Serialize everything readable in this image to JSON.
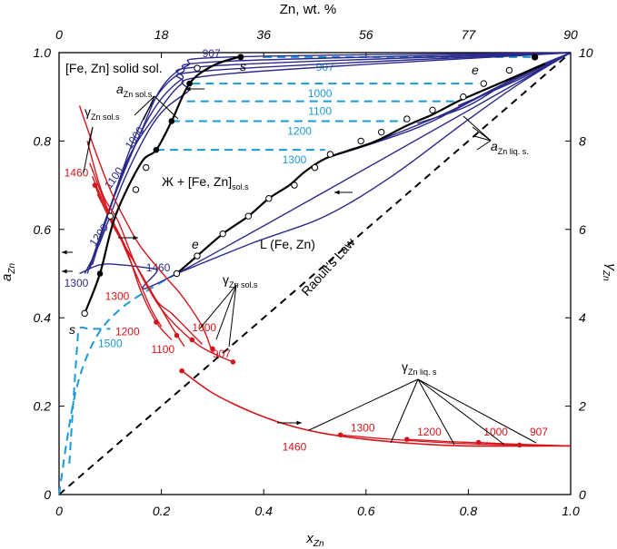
{
  "chart_data": {
    "type": "line",
    "axes": {
      "bottom": {
        "label": "x",
        "label_sub": "Zn",
        "ticks": [
          "0",
          "0.2",
          "0.4",
          "0.6",
          "0.8",
          "1.0"
        ],
        "range": [
          0,
          1
        ]
      },
      "left": {
        "label": "a",
        "label_sub": "Zn",
        "ticks": [
          "0",
          "0.2",
          "0.4",
          "0.6",
          "0.8",
          "1.0"
        ],
        "range": [
          0,
          1
        ]
      },
      "top": {
        "label": "Zn, wt. %",
        "ticks": [
          {
            "v": 0,
            "t": "0"
          },
          {
            "v": 0.2,
            "t": "18"
          },
          {
            "v": 0.4,
            "t": "36"
          },
          {
            "v": 0.6,
            "t": "56"
          },
          {
            "v": 0.8,
            "t": "77"
          },
          {
            "v": 1.0,
            "t": "90"
          }
        ]
      },
      "right": {
        "label": "γ",
        "label_sub": "Zn",
        "ticks": [
          "0",
          "2",
          "4",
          "6",
          "8",
          "10"
        ],
        "range": [
          0,
          10
        ]
      }
    },
    "colors": {
      "black": "#000000",
      "navy": "#2b2a8a",
      "red": "#d4161c",
      "blue": "#1b9ad6"
    },
    "text": {
      "solid_sol": "[Fe, Zn] solid sol.",
      "two_phase_main": "Ж + [Fe, Zn]",
      "two_phase_sub": "sol.s",
      "liquid": "L (Fe, Zn)",
      "raoult": "Raoult's Law",
      "s_letter": "s",
      "e_letter": "e",
      "a_sol_main": "a",
      "a_sol_sub": "Zn sol.s.",
      "a_liq_main": "a",
      "a_liq_sub": "Zn liq. s.",
      "gamma_sol_main": "γ",
      "gamma_sol_sub": "Zn sol.s",
      "gamma_liq_main": "γ",
      "gamma_liq_sub": "Zn liq. s"
    },
    "raoult_line": [
      [
        0,
        0
      ],
      [
        1,
        1
      ]
    ],
    "solidus_black": [
      [
        0.05,
        0.41
      ],
      [
        0.08,
        0.5
      ],
      [
        0.11,
        0.63
      ],
      [
        0.16,
        0.75
      ],
      [
        0.19,
        0.78
      ],
      [
        0.22,
        0.845
      ],
      [
        0.255,
        0.93
      ],
      [
        0.3,
        0.97
      ],
      [
        0.35,
        0.99
      ]
    ],
    "solidus_black_points": [
      [
        0.08,
        0.5
      ],
      [
        0.19,
        0.78
      ],
      [
        0.22,
        0.845
      ],
      [
        0.255,
        0.93
      ]
    ],
    "solidus_open_points": [
      [
        0.05,
        0.41
      ],
      [
        0.1,
        0.63
      ],
      [
        0.15,
        0.69
      ],
      [
        0.17,
        0.74
      ],
      [
        0.27,
        0.965
      ]
    ],
    "s_top_point": [
      0.355,
      0.99
    ],
    "liquidus_black": [
      [
        0.23,
        0.5
      ],
      [
        0.27,
        0.54
      ],
      [
        0.32,
        0.59
      ],
      [
        0.37,
        0.63
      ],
      [
        0.41,
        0.67
      ],
      [
        0.45,
        0.7
      ],
      [
        0.48,
        0.73
      ],
      [
        0.52,
        0.76
      ],
      [
        0.57,
        0.78
      ],
      [
        0.62,
        0.8
      ],
      [
        0.68,
        0.835
      ],
      [
        0.73,
        0.86
      ],
      [
        0.78,
        0.89
      ],
      [
        0.82,
        0.91
      ],
      [
        0.88,
        0.94
      ],
      [
        0.92,
        0.96
      ],
      [
        0.95,
        0.975
      ]
    ],
    "liquidus_open_points": [
      [
        0.23,
        0.5
      ],
      [
        0.27,
        0.54
      ],
      [
        0.32,
        0.59
      ],
      [
        0.37,
        0.63
      ],
      [
        0.41,
        0.67
      ],
      [
        0.46,
        0.7
      ],
      [
        0.5,
        0.74
      ],
      [
        0.53,
        0.77
      ],
      [
        0.59,
        0.8
      ],
      [
        0.63,
        0.82
      ],
      [
        0.68,
        0.85
      ],
      [
        0.73,
        0.87
      ],
      [
        0.79,
        0.9
      ],
      [
        0.83,
        0.93
      ],
      [
        0.88,
        0.96
      ],
      [
        0.93,
        0.99
      ]
    ],
    "e_top_point": [
      0.93,
      0.99
    ],
    "tie_lines": [
      {
        "label": "907",
        "y": 0.99,
        "x1": 0.4,
        "x2": 0.93,
        "lx": 0.52
      },
      {
        "label": "1000",
        "y": 0.93,
        "x1": 0.26,
        "x2": 0.82,
        "lx": 0.51
      },
      {
        "label": "1100",
        "y": 0.89,
        "x1": 0.25,
        "x2": 0.78,
        "lx": 0.51
      },
      {
        "label": "1200",
        "y": 0.845,
        "x1": 0.22,
        "x2": 0.68,
        "lx": 0.47
      },
      {
        "label": "1300",
        "y": 0.78,
        "x1": 0.19,
        "x2": 0.52,
        "lx": 0.46
      }
    ],
    "blue_dashed_curves": [
      [
        [
          0.0,
          0.0
        ],
        [
          0.015,
          0.12
        ],
        [
          0.03,
          0.22
        ],
        [
          0.05,
          0.3
        ],
        [
          0.08,
          0.37
        ],
        [
          0.12,
          0.42
        ],
        [
          0.17,
          0.46
        ],
        [
          0.23,
          0.5
        ]
      ],
      [
        [
          0.02,
          0.07
        ],
        [
          0.035,
          0.33
        ],
        [
          0.04,
          0.375
        ],
        [
          0.06,
          0.375
        ],
        [
          0.1,
          0.375
        ]
      ]
    ],
    "blue_1500_label": {
      "text": "1500",
      "x": 0.055,
      "y": 0.34
    },
    "navy_activity_curves": [
      [
        [
          0.05,
          0.5
        ],
        [
          0.08,
          0.57
        ],
        [
          0.13,
          0.72
        ],
        [
          0.19,
          0.85
        ],
        [
          0.25,
          0.91
        ],
        [
          0.31,
          0.95
        ],
        [
          1.0,
          1.0
        ]
      ],
      [
        [
          0.055,
          0.5
        ],
        [
          0.085,
          0.6
        ],
        [
          0.135,
          0.76
        ],
        [
          0.19,
          0.86
        ],
        [
          0.24,
          0.93
        ],
        [
          0.3,
          0.96
        ],
        [
          1.0,
          1.0
        ]
      ],
      [
        [
          0.06,
          0.51
        ],
        [
          0.09,
          0.62
        ],
        [
          0.14,
          0.77
        ],
        [
          0.19,
          0.88
        ],
        [
          0.24,
          0.94
        ],
        [
          0.3,
          0.97
        ],
        [
          1.0,
          1.0
        ]
      ],
      [
        [
          0.065,
          0.52
        ],
        [
          0.1,
          0.65
        ],
        [
          0.145,
          0.8
        ],
        [
          0.19,
          0.9
        ],
        [
          0.24,
          0.955
        ],
        [
          0.32,
          0.98
        ],
        [
          1.0,
          1.0
        ]
      ],
      [
        [
          0.07,
          0.54
        ],
        [
          0.11,
          0.68
        ],
        [
          0.16,
          0.82
        ],
        [
          0.2,
          0.92
        ],
        [
          0.25,
          0.97
        ],
        [
          0.33,
          0.99
        ],
        [
          1.0,
          1.0
        ]
      ],
      [
        [
          0.04,
          0.5
        ],
        [
          0.08,
          0.52
        ],
        [
          0.12,
          0.52
        ],
        [
          0.19,
          0.51
        ],
        [
          0.23,
          0.5
        ],
        [
          1.0,
          1.0
        ]
      ]
    ],
    "navy_liquid_curves": [
      [
        [
          0.23,
          0.5
        ],
        [
          0.38,
          0.57
        ],
        [
          0.52,
          0.63
        ],
        [
          0.65,
          0.72
        ],
        [
          0.79,
          0.84
        ],
        [
          0.9,
          0.93
        ],
        [
          1.0,
          1.0
        ]
      ],
      [
        [
          0.52,
          0.76
        ],
        [
          0.7,
          0.83
        ],
        [
          0.84,
          0.91
        ],
        [
          1.0,
          1.0
        ]
      ],
      [
        [
          0.6,
          0.79
        ],
        [
          0.75,
          0.86
        ],
        [
          0.87,
          0.93
        ],
        [
          1.0,
          1.0
        ]
      ],
      [
        [
          0.7,
          0.84
        ],
        [
          0.8,
          0.88
        ],
        [
          0.9,
          0.95
        ],
        [
          1.0,
          1.0
        ]
      ],
      [
        [
          0.78,
          0.88
        ],
        [
          0.9,
          0.94
        ],
        [
          1.0,
          1.0
        ]
      ]
    ],
    "navy_labels": [
      {
        "text": "907",
        "x": 0.28,
        "y": 0.99
      },
      {
        "text": "1000",
        "x": 0.14,
        "y": 0.78
      },
      {
        "text": "1100",
        "x": 0.1,
        "y": 0.69
      },
      {
        "text": "1200",
        "x": 0.07,
        "y": 0.56
      },
      {
        "text": "1300",
        "x": 0.01,
        "y": 0.47
      },
      {
        "text": "1460",
        "x": 0.17,
        "y": 0.505
      }
    ],
    "red_gamma_curves": [
      {
        "label": "1460",
        "points": [
          [
            0.04,
            0.88
          ],
          [
            0.07,
            0.78
          ],
          [
            0.1,
            0.69
          ],
          [
            0.13,
            0.62
          ],
          [
            0.16,
            0.56
          ],
          [
            0.21,
            0.49
          ],
          [
            0.24,
            0.45
          ],
          [
            0.28,
            0.38
          ],
          [
            0.3,
            0.32
          ]
        ],
        "lx": 0.01,
        "ly": 0.72
      },
      {
        "label": "1300",
        "points": [
          [
            0.055,
            0.8
          ],
          [
            0.085,
            0.68
          ],
          [
            0.115,
            0.62
          ],
          [
            0.15,
            0.52
          ],
          [
            0.19,
            0.44
          ],
          [
            0.22,
            0.41
          ],
          [
            0.25,
            0.375
          ],
          [
            0.28,
            0.34
          ]
        ],
        "lx": 0.09,
        "ly": 0.44
      },
      {
        "label": "1200",
        "points": [
          [
            0.06,
            0.75
          ],
          [
            0.09,
            0.66
          ],
          [
            0.12,
            0.58
          ],
          [
            0.15,
            0.5
          ],
          [
            0.18,
            0.42
          ],
          [
            0.2,
            0.38
          ]
        ],
        "lx": 0.11,
        "ly": 0.36
      },
      {
        "label": "1100",
        "points": [
          [
            0.065,
            0.72
          ],
          [
            0.095,
            0.64
          ],
          [
            0.13,
            0.56
          ],
          [
            0.16,
            0.46
          ],
          [
            0.19,
            0.39
          ],
          [
            0.22,
            0.35
          ]
        ],
        "lx": 0.18,
        "ly": 0.32
      },
      {
        "label": "1000",
        "points": [
          [
            0.07,
            0.7
          ],
          [
            0.1,
            0.62
          ],
          [
            0.14,
            0.54
          ],
          [
            0.18,
            0.46
          ],
          [
            0.22,
            0.38
          ],
          [
            0.245,
            0.335
          ]
        ],
        "lx": 0.26,
        "ly": 0.37
      },
      {
        "label": "907",
        "points": [
          [
            0.075,
            0.68
          ],
          [
            0.11,
            0.6
          ],
          [
            0.15,
            0.52
          ],
          [
            0.2,
            0.42
          ],
          [
            0.27,
            0.34
          ],
          [
            0.34,
            0.3
          ]
        ],
        "lx": 0.3,
        "ly": 0.31
      }
    ],
    "red_gamma_points": [
      [
        0.07,
        0.7
      ],
      [
        0.19,
        0.39
      ],
      [
        0.23,
        0.36
      ],
      [
        0.26,
        0.35
      ],
      [
        0.3,
        0.33
      ],
      [
        0.34,
        0.3
      ]
    ],
    "red_liquid_gamma": [
      [
        0.24,
        0.28
      ],
      [
        0.3,
        0.23
      ],
      [
        0.37,
        0.19
      ],
      [
        0.44,
        0.16
      ],
      [
        0.51,
        0.14
      ],
      [
        0.6,
        0.125
      ],
      [
        0.7,
        0.115
      ],
      [
        0.8,
        0.11
      ],
      [
        1.0,
        0.11
      ]
    ],
    "red_liquid_gamma_point": [
      0.24,
      0.28
    ],
    "red_liquid_extra": [
      {
        "label": "1300",
        "points": [
          [
            0.55,
            0.135
          ],
          [
            0.65,
            0.125
          ],
          [
            0.8,
            0.115
          ],
          [
            1.0,
            0.11
          ]
        ],
        "start": [
          0.55,
          0.135
        ],
        "lx": 0.57,
        "ly": 0.135
      },
      {
        "label": "1200",
        "points": [
          [
            0.68,
            0.125
          ],
          [
            0.8,
            0.118
          ],
          [
            1.0,
            0.11
          ]
        ],
        "start": [
          0.68,
          0.125
        ],
        "lx": 0.7,
        "ly": 0.125
      },
      {
        "label": "1000",
        "points": [
          [
            0.82,
            0.118
          ],
          [
            0.9,
            0.113
          ],
          [
            1.0,
            0.11
          ]
        ],
        "start": [
          0.82,
          0.118
        ],
        "lx": 0.83,
        "ly": 0.125
      },
      {
        "label": "907",
        "points": [
          [
            0.9,
            0.112
          ],
          [
            1.0,
            0.11
          ]
        ],
        "start": [
          0.9,
          0.112
        ],
        "lx": 0.92,
        "ly": 0.125
      }
    ],
    "red_liquid_label": {
      "text": "1460",
      "x": 0.46,
      "y": 0.1
    }
  }
}
